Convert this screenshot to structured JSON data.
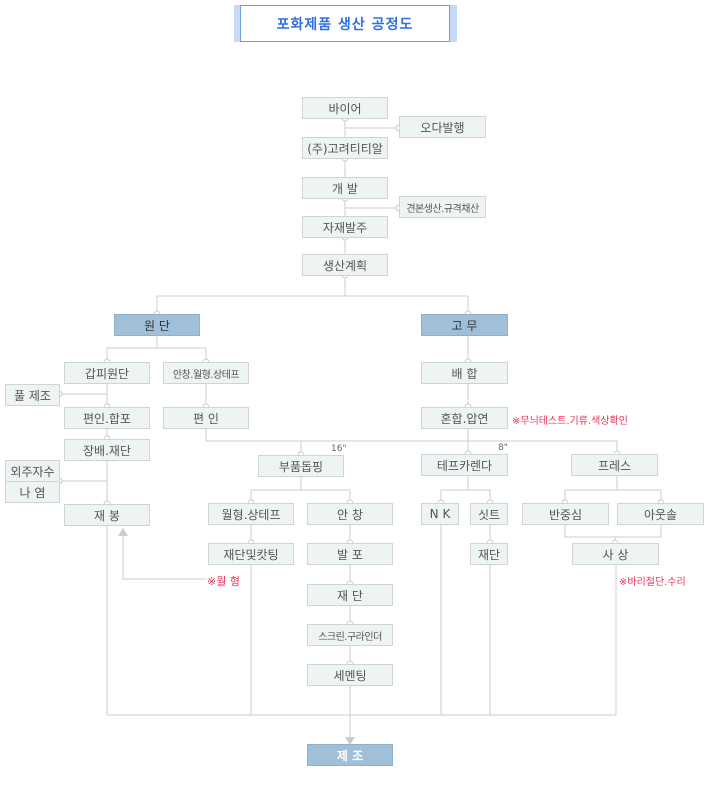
{
  "title": "포화제품 생산 공정도",
  "nodes": {
    "buyer": "바이어",
    "order": "오다발행",
    "company": "(주)고려티티알",
    "dev": "개 발",
    "sample": "견본생산.규격채산",
    "material": "자재발주",
    "plan": "생산계획",
    "fabric": "원 단",
    "rubber": "고 무",
    "upper_fabric": "갑피원단",
    "insole_mat": "안창.월형.상테프",
    "glue": "풀 제조",
    "print_laminate": "편인.합포",
    "print": "편 인",
    "cutting_main": "장배.재단",
    "embroidery": "외주자수",
    "printing": "나 염",
    "sewing": "재 봉",
    "parts": "부품돕핑",
    "counter_tape": "월형.상테프",
    "insole": "안 창",
    "cut_cutting": "재단및캇팅",
    "foam": "발 포",
    "cut": "재 단",
    "screen": "스크린.구라인더",
    "cementing": "세멘팅",
    "mixing": "배 합",
    "mix_roll": "혼합.압연",
    "calender": "테프카렌다",
    "press": "프레스",
    "nk": "N K",
    "sheet": "싯트",
    "sheet_cut": "재단",
    "midsole": "반중심",
    "outsole": "아웃솔",
    "finishing": "사 상",
    "manufacture": "제 조"
  },
  "notes": {
    "counter": "※월 형",
    "mooney": "※무늬테스트.기류.색상확인",
    "trim": "※바리절단.수리"
  },
  "labels": {
    "size16": "16\"",
    "size8": "8\""
  }
}
